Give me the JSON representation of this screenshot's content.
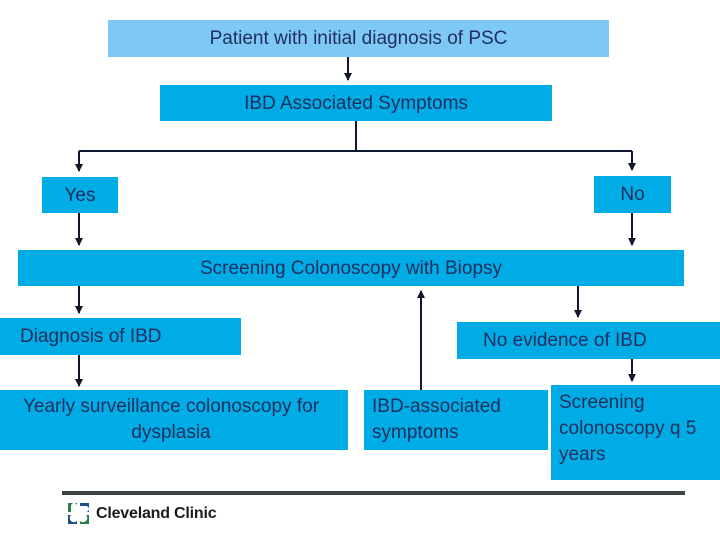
{
  "diagram": {
    "title": "PSC / IBD screening colonoscopy algorithm",
    "colors": {
      "node_pale_blue": "#7ec8f5",
      "node_bright_blue": "#00ace6",
      "node_text": "#1f2e5e",
      "connector": "#10172e",
      "footer_rule": "#3d4244",
      "logo_green": "#2f7d46",
      "logo_blue": "#1b4f8a",
      "logo_text": "#1b1b1b"
    },
    "nodes": {
      "patient": "Patient with initial diagnosis of PSC",
      "ibd_symptoms": "IBD Associated Symptoms",
      "yes": "Yes",
      "no": "No",
      "screening_colonoscopy": "Screening Colonoscopy with Biopsy",
      "diagnosis_of_ibd": "Diagnosis of IBD",
      "no_evidence_of_ibd": "No evidence of IBD",
      "yearly_surveillance": "Yearly surveillance colonoscopy for dysplasia",
      "ibd_associated_symptoms": "IBD-associated symptoms",
      "screening_q5": "Screening colonoscopy q 5 years"
    },
    "edges": [
      {
        "from": "patient",
        "to": "ibd_symptoms",
        "direction": "down"
      },
      {
        "from": "ibd_symptoms",
        "to": "yes",
        "direction": "down"
      },
      {
        "from": "ibd_symptoms",
        "to": "no",
        "direction": "down"
      },
      {
        "from": "yes",
        "to": "screening_colonoscopy",
        "direction": "down"
      },
      {
        "from": "no",
        "to": "screening_colonoscopy",
        "direction": "down"
      },
      {
        "from": "screening_colonoscopy",
        "to": "diagnosis_of_ibd",
        "direction": "down"
      },
      {
        "from": "screening_colonoscopy",
        "to": "no_evidence_of_ibd",
        "direction": "down"
      },
      {
        "from": "diagnosis_of_ibd",
        "to": "yearly_surveillance",
        "direction": "down"
      },
      {
        "from": "no_evidence_of_ibd",
        "to": "screening_q5",
        "direction": "down"
      },
      {
        "from": "ibd_associated_symptoms",
        "to": "screening_colonoscopy",
        "direction": "up"
      }
    ]
  },
  "footer": {
    "logo_name": "Cleveland Clinic",
    "logo_mark_icon": "cleveland-clinic-pinwheel-icon"
  }
}
